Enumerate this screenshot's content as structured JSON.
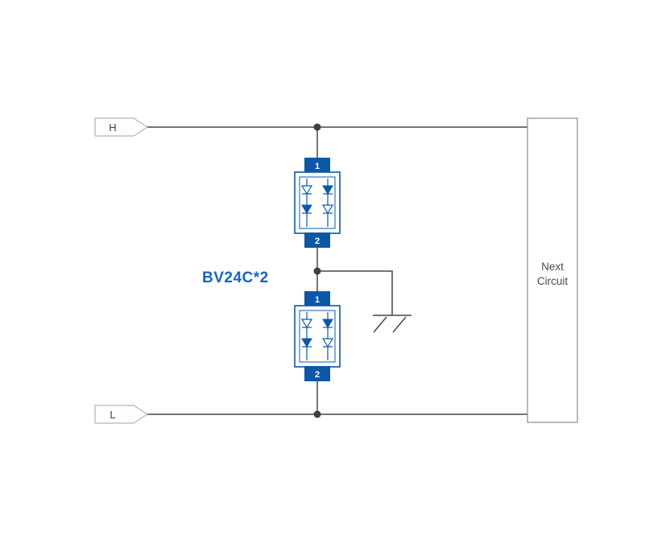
{
  "diagram": {
    "model_label": "BV24C*2",
    "terminals": {
      "h": "H",
      "l": "L"
    },
    "next_circuit": {
      "line1": "Next",
      "line2": "Circuit"
    },
    "devices": [
      {
        "top_pin": "1",
        "bottom_pin": "2"
      },
      {
        "top_pin": "1",
        "bottom_pin": "2"
      }
    ],
    "colors": {
      "wire": "#474747",
      "device_blue": "#0b57a8",
      "model_label_blue": "#1565c0",
      "background": "#ffffff"
    }
  }
}
